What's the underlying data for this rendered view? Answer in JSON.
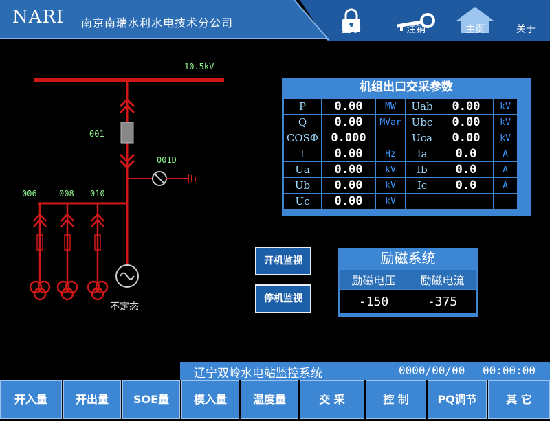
{
  "header": {
    "logo": "NARI",
    "company": "南京南瑞水利水电技术分公司",
    "buttons": [
      {
        "label": "登录",
        "icon": "lock-icon"
      },
      {
        "label": "注销",
        "icon": "key-icon"
      },
      {
        "label": "主页",
        "icon": "home-icon"
      },
      {
        "label": "关于",
        "icon": "info-icon"
      }
    ]
  },
  "diagram": {
    "bus_voltage": "10.5kV",
    "breaker": "001",
    "grounding_switch": "001D",
    "feeders": [
      "006",
      "008",
      "010"
    ],
    "generator_status": "不定态"
  },
  "param_table": {
    "title": "机组出口交采参数",
    "rows": [
      {
        "n1": "P",
        "v1": "0.00",
        "u1": "MW",
        "n2": "Uab",
        "v2": "0.00",
        "u2": "kV"
      },
      {
        "n1": "Q",
        "v1": "0.00",
        "u1": "MVar",
        "n2": "Ubc",
        "v2": "0.00",
        "u2": "kV"
      },
      {
        "n1": "COSΦ",
        "v1": "0.000",
        "u1": "",
        "n2": "Uca",
        "v2": "0.00",
        "u2": "kV"
      },
      {
        "n1": "f",
        "v1": "0.00",
        "u1": "Hz",
        "n2": "Ia",
        "v2": "0.0",
        "u2": "A"
      },
      {
        "n1": "Ua",
        "v1": "0.00",
        "u1": "kV",
        "n2": "Ib",
        "v2": "0.0",
        "u2": "A"
      },
      {
        "n1": "Ub",
        "v1": "0.00",
        "u1": "kV",
        "n2": "Ic",
        "v2": "0.0",
        "u2": "A"
      },
      {
        "n1": "Uc",
        "v1": "0.00",
        "u1": "kV",
        "n2": "",
        "v2": "",
        "u2": ""
      }
    ]
  },
  "side_buttons": {
    "start_monitor": "开机监视",
    "stop_monitor": "停机监视"
  },
  "excitation": {
    "title": "励磁系统",
    "voltage_label": "励磁电压",
    "current_label": "励磁电流",
    "voltage_value": "-150",
    "current_value": "-375"
  },
  "status_bar": {
    "station": "辽宁双岭水电站监控系统",
    "date": "0000/00/00",
    "time": "00:00:00"
  },
  "nav": [
    "开入量",
    "开出量",
    "SOE量",
    "模入量",
    "温度量",
    "交 采",
    "控 制",
    "PQ调节",
    "其 它"
  ],
  "colors": {
    "accent": "#3c86d4",
    "line": "#d01818",
    "label_green": "#8ff58f"
  }
}
